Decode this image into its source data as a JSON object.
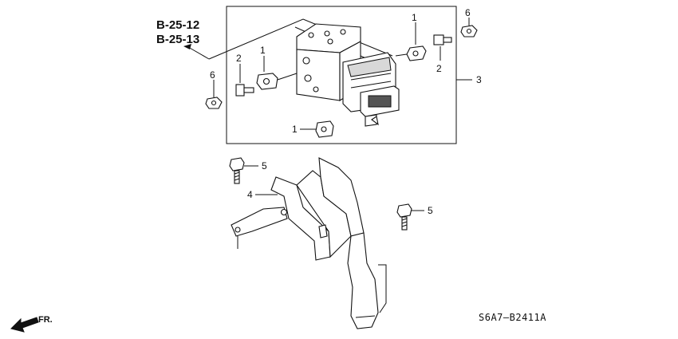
{
  "references": [
    "B-25-12",
    "B-25-13"
  ],
  "callouts": {
    "c1a": "1",
    "c1b": "1",
    "c1c": "1",
    "c2a": "2",
    "c2b": "2",
    "c3": "3",
    "c4": "4",
    "c5a": "5",
    "c5b": "5",
    "c6a": "6",
    "c6b": "6"
  },
  "direction_label": "FR.",
  "diagram_code": "S6A7–B2411A"
}
